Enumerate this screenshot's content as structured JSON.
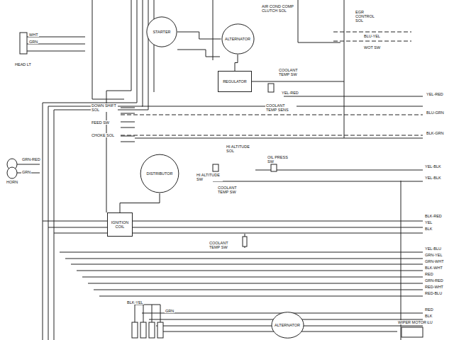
{
  "diagram": {
    "nodes": [
      {
        "text": [
          "STARTER"
        ]
      },
      {
        "text": [
          "ALTERNATOR"
        ]
      },
      {
        "text": [
          "REGULATOR"
        ]
      },
      {
        "text": [
          "DISTRIBUTOR"
        ]
      },
      {
        "text": [
          "IGNITION COIL"
        ]
      },
      {
        "text": [
          "ALTERNATOR"
        ]
      }
    ],
    "edges": [
      {
        "from": 0,
        "to": 1,
        "arrow": "none"
      },
      {
        "from": 1,
        "to": 2,
        "arrow": "none"
      },
      {
        "from": 3,
        "to": 4,
        "arrow": "none"
      }
    ],
    "labels": [
      "WHT",
      "GRN",
      "HEAD LT",
      "GRN-RED",
      "GRN",
      "HORN",
      "AIR COND COMP CLUTCH SOL",
      "EGR CONTROL SOL",
      "BLU-YEL",
      "WOT SW",
      "COOLANT TEMP SW",
      "YEL-RED",
      "COOLANT TEMP SENS",
      "YEL-RED",
      "DOWN SHIFT SOL",
      "FEED SW",
      "CHOKE SOL",
      "BLU-GRN",
      "BLK-GRN",
      "HI ALTITUDE SOL",
      "OIL PRESS SW",
      "HI ALTITUDE SW",
      "COOLANT TEMP SW",
      "YEL-BLK",
      "YEL-BLK",
      "BLK-RED",
      "YEL",
      "BLK",
      "COOLANT TEMP SW",
      "YEL-BLU",
      "GRN-YEL",
      "GRN-WHT",
      "BLK-WHT",
      "RED",
      "GRN-RED",
      "RED-WHT",
      "RED-BLU",
      "BLK-YEL",
      "GRN",
      "RED",
      "BLK",
      "BLU",
      "WIPER MOTOR"
    ]
  }
}
